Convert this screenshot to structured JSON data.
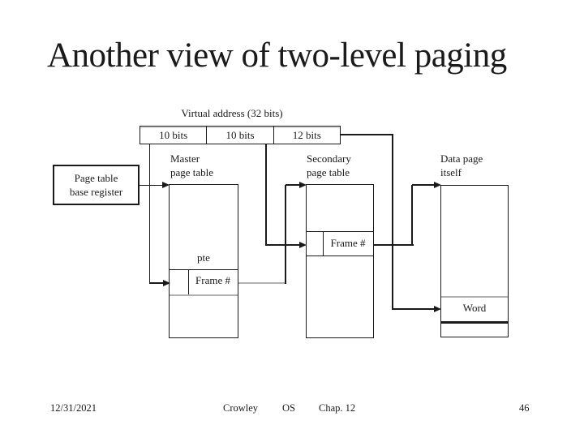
{
  "slide": {
    "title": "Another view of two-level paging"
  },
  "colors": {
    "bg": "#ffffff",
    "text": "#1a1a1a",
    "line": "#1a1a1a",
    "gray-line": "#b0b0b0"
  },
  "diagram": {
    "virtual_address": {
      "label": "Virtual address (32 bits)",
      "fields": [
        {
          "label": "10 bits"
        },
        {
          "label": "10 bits"
        },
        {
          "label": "12 bits"
        }
      ]
    },
    "ptbr": {
      "line1": "Page table",
      "line2": "base register"
    },
    "master": {
      "line1": "Master",
      "line2": "page table",
      "pte_label": "pte",
      "frame_label": "Frame #"
    },
    "secondary": {
      "line1": "Secondary",
      "line2": "page table",
      "frame_label": "Frame #"
    },
    "data_page": {
      "line1": "Data page",
      "line2": "itself",
      "word_label": "Word"
    }
  },
  "footer": {
    "date": "12/31/2021",
    "author": "Crowley",
    "course": "OS",
    "chapter": "Chap. 12",
    "page_number": "46"
  }
}
